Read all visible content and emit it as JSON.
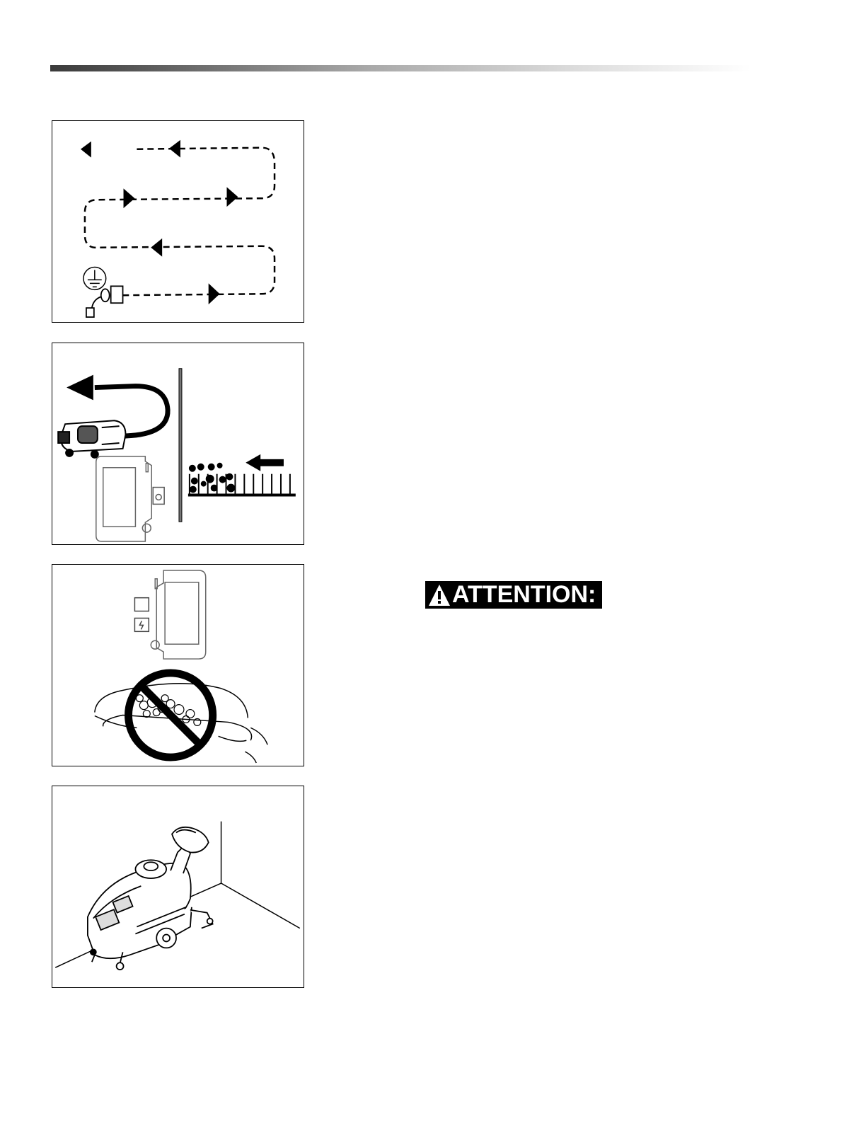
{
  "header": {
    "rule": "gradient-rule"
  },
  "figures": [
    {
      "name": "serpentine-cleaning-path",
      "icons": [
        "ground-symbol-icon",
        "power-plug-icon",
        "direction-arrow-icon"
      ]
    },
    {
      "name": "turn-at-end-of-pass",
      "icons": [
        "u-turn-arrow-icon",
        "scrubber-machine-icon",
        "control-panel-icon",
        "direction-arrow-icon"
      ]
    },
    {
      "name": "do-not-pick-up-foam",
      "icons": [
        "control-panel-icon",
        "prohibited-sign-icon"
      ]
    },
    {
      "name": "machine-cleaning-corner",
      "icons": [
        "scrubber-machine-icon"
      ]
    }
  ],
  "attention": {
    "label": "ATTENTION:",
    "icon": "warning-triangle-icon"
  }
}
